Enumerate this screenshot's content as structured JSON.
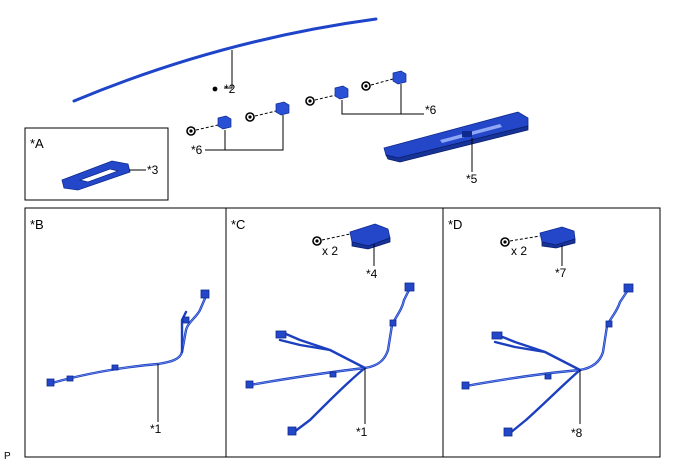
{
  "diagram": {
    "corner_mark": "P",
    "panels": {
      "A": "*A",
      "B": "*B",
      "C": "*C",
      "D": "*D"
    },
    "callouts": {
      "c1_b": "*1",
      "c1_c": "*1",
      "c2": "*2",
      "c3": "*3",
      "c4": "*4",
      "c5": "*5",
      "c6_left": "*6",
      "c6_right": "*6",
      "c7": "*7",
      "c8": "*8"
    },
    "quantities": {
      "qty_c": "x 2",
      "qty_d": "x 2"
    }
  }
}
